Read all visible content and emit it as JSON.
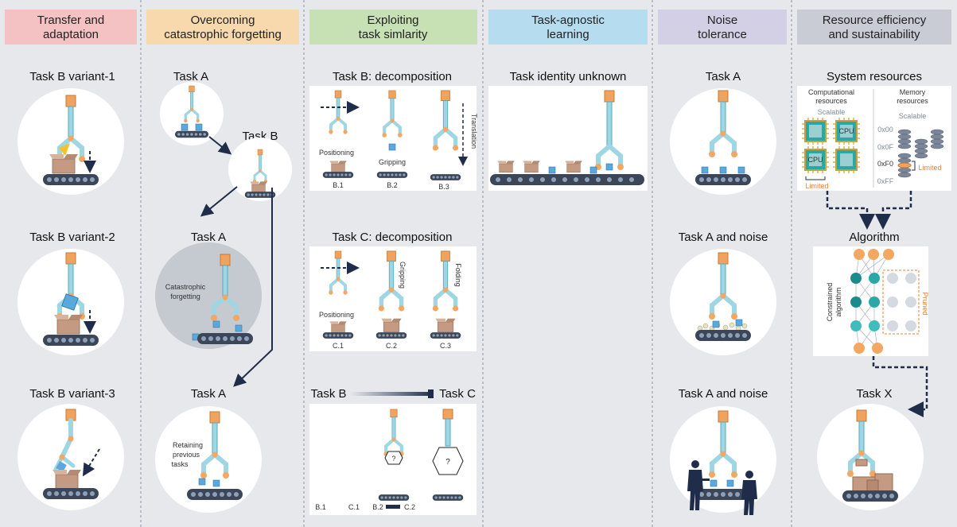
{
  "columns": [
    {
      "header": [
        "Transfer and",
        "adaptation"
      ],
      "color": "#f4c2c2"
    },
    {
      "header": [
        "Overcoming",
        "catastrophic forgetting"
      ],
      "color": "#f8d9ae"
    },
    {
      "header": [
        "Exploiting",
        "task simlarity"
      ],
      "color": "#c7e1b5"
    },
    {
      "header": [
        "Task-agnostic",
        "learning"
      ],
      "color": "#b6dcef"
    },
    {
      "header": [
        "Noise",
        "tolerance"
      ],
      "color": "#d3d0e6"
    },
    {
      "header": [
        "Resource efficiency",
        "and sustainability"
      ],
      "color": "#c9ccd4"
    }
  ],
  "col1": {
    "labels": [
      "Task B variant-1",
      "Task B variant-2",
      "Task B variant-3"
    ]
  },
  "col2": {
    "task_a_top": "Task A",
    "task_b": "Task B",
    "task_a_mid": "Task A",
    "cf_text": [
      "Catastrophic",
      "forgetting"
    ],
    "task_a_bottom": "Task A",
    "retain_text": [
      "Retaining",
      "previous",
      "tasks"
    ]
  },
  "col3": {
    "b_title": "Task B: decomposition",
    "b_steps": [
      "B.1",
      "B.2",
      "B.3"
    ],
    "b_actions": [
      "Positioning",
      "Gripping",
      "Translation"
    ],
    "c_title": "Task C: decomposition",
    "c_steps": [
      "C.1",
      "C.2",
      "C.3"
    ],
    "c_actions": [
      "Positioning",
      "Gripping",
      "Folding"
    ],
    "bc_left": "Task B",
    "bc_right": "Task C",
    "bc_bottom": [
      "B.1",
      "C.1",
      "B.2",
      "C.2"
    ],
    "unknown_mark": "?"
  },
  "col4": {
    "title": "Task identity unknown"
  },
  "col5": {
    "labels": [
      "Task A",
      "Task A and noise",
      "Task A and noise"
    ]
  },
  "col6": {
    "title": "System resources",
    "comp_title": [
      "Computational",
      "resources"
    ],
    "mem_title": [
      "Memory",
      "resources"
    ],
    "scalable": "Scalable",
    "limited": "Limited",
    "cpu": "CPU",
    "addresses": [
      "0x00",
      "0x0F",
      "0xF0",
      "0xFF"
    ],
    "algorithm": "Algorithm",
    "constrained": [
      "Constrained",
      "algorithm"
    ],
    "pruned": "Pruned",
    "task_x": "Task X"
  },
  "colors": {
    "arm": "#9fd6e3",
    "arm_stroke": "#5aa9bd",
    "head": "#f0a35e",
    "joint": "#f3a761",
    "belt": "#3b4658",
    "box": "#c49b82",
    "cube": "#5ba9dc",
    "navy": "#1f2d4a",
    "teal": "#2aa8a8",
    "orange": "#e8813a"
  }
}
